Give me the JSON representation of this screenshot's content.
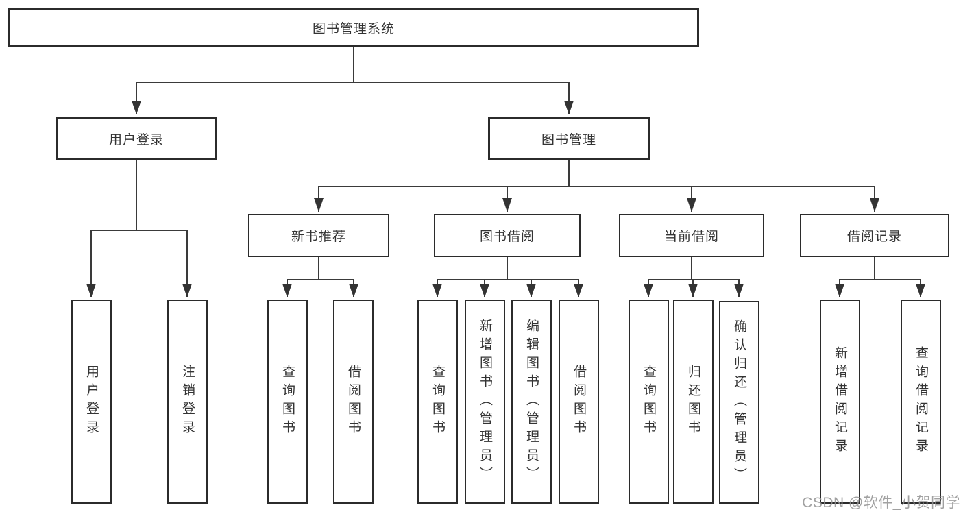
{
  "diagram": {
    "root": {
      "label": "图书管理系统"
    },
    "user_login": {
      "label": "用户登录",
      "children": [
        {
          "label": "用户登录"
        },
        {
          "label": "注销登录"
        }
      ]
    },
    "book_management": {
      "label": "图书管理",
      "children": [
        {
          "label": "新书推荐",
          "children": [
            {
              "label": "查询图书"
            },
            {
              "label": "借阅图书"
            }
          ]
        },
        {
          "label": "图书借阅",
          "children": [
            {
              "label": "查询图书"
            },
            {
              "label": "新增图书（管理员）"
            },
            {
              "label": "编辑图书（管理员）"
            },
            {
              "label": "借阅图书"
            }
          ]
        },
        {
          "label": "当前借阅",
          "children": [
            {
              "label": "查询图书"
            },
            {
              "label": "归还图书"
            },
            {
              "label": "确认归还（管理员）"
            }
          ]
        },
        {
          "label": "借阅记录",
          "children": [
            {
              "label": "新增借阅记录"
            },
            {
              "label": "查询借阅记录"
            }
          ]
        }
      ]
    }
  },
  "watermark": "CSDN @软件_小贺同学",
  "colors": {
    "line": "#3a3a3a",
    "box_border": "#2b2b2b",
    "box_fill": "#ffffff",
    "text": "#333333",
    "watermark": "#949494"
  }
}
